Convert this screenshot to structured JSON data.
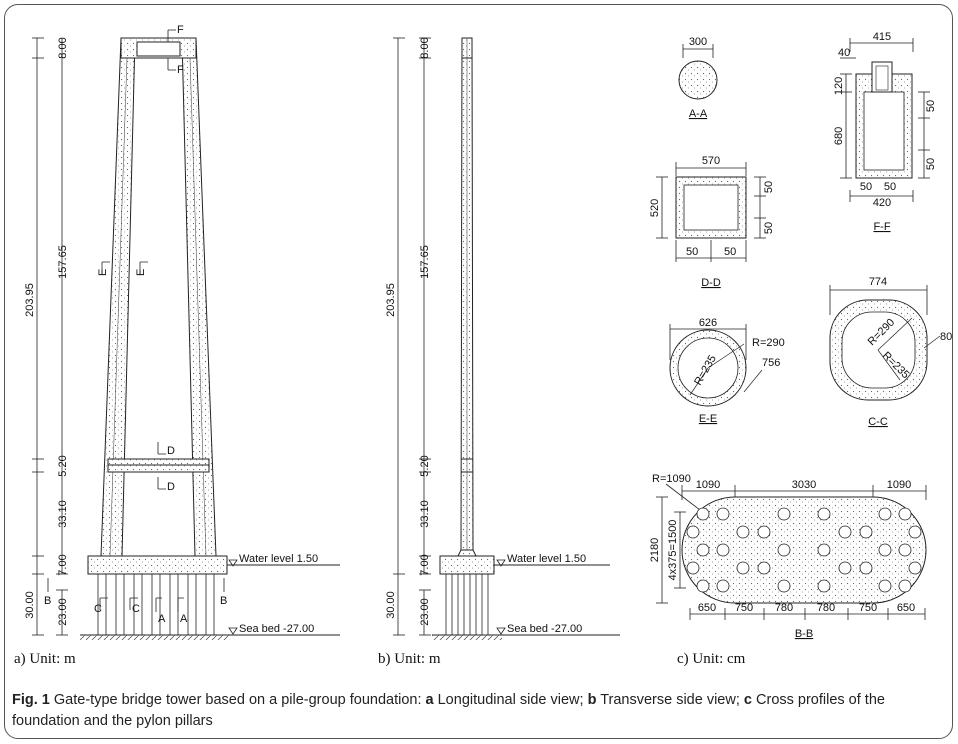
{
  "views": {
    "a": {
      "label": "a) Unit: m",
      "heights": [
        "8.00",
        "157.65",
        "5.20",
        "33.10",
        "7.00",
        "30.00",
        "23.00"
      ],
      "total_above": "203.95",
      "water_level": "Water level 1.50",
      "sea_bed": "Sea bed -27.00",
      "sections": [
        "F",
        "F",
        "E",
        "E",
        "D",
        "D",
        "C",
        "C",
        "B",
        "B",
        "A",
        "A"
      ]
    },
    "b": {
      "label": "b) Unit: m",
      "heights": [
        "8.00",
        "157.65",
        "5.20",
        "33.10",
        "7.00",
        "30.00",
        "23.00"
      ],
      "total_above": "203.95",
      "water_level": "Water level 1.50",
      "sea_bed": "Sea bed -27.00"
    },
    "c": {
      "label": "c) Unit: cm",
      "AA": {
        "title": "A-A",
        "dia": "300"
      },
      "FF": {
        "title": "F-F",
        "w_top": "415",
        "w_left": "40",
        "h_top": "120",
        "h_main": "680",
        "t1": "50",
        "t2": "50",
        "b1": "50",
        "b2": "50",
        "w_bot": "420"
      },
      "DD": {
        "title": "D-D",
        "w": "570",
        "h": "520",
        "t1": "50",
        "t2": "50",
        "b1": "50",
        "b2": "50"
      },
      "EE": {
        "title": "E-E",
        "w": "626",
        "ro": "R=290",
        "ri": "R=235",
        "d": "756"
      },
      "CC": {
        "title": "C-C",
        "w": "774",
        "ro": "R=290",
        "ri": "R=235",
        "d": "80"
      },
      "BB": {
        "title": "B-B",
        "r": "R=1090",
        "w1": "1090",
        "w2": "3030",
        "w3": "1090",
        "h": "2180",
        "hs": "4x375=1500",
        "sp": [
          "650",
          "750",
          "780",
          "780",
          "750",
          "650"
        ]
      }
    }
  },
  "caption": {
    "fig": "Fig. 1",
    "text_pre": " Gate-type bridge tower based on a pile-group foundation: ",
    "a": "a",
    "a_text": " Longitudinal side view; ",
    "b": "b",
    "b_text": " Transverse side view; ",
    "c": "c",
    "c_text": " Cross profiles of the foundation and the pylon pillars"
  }
}
